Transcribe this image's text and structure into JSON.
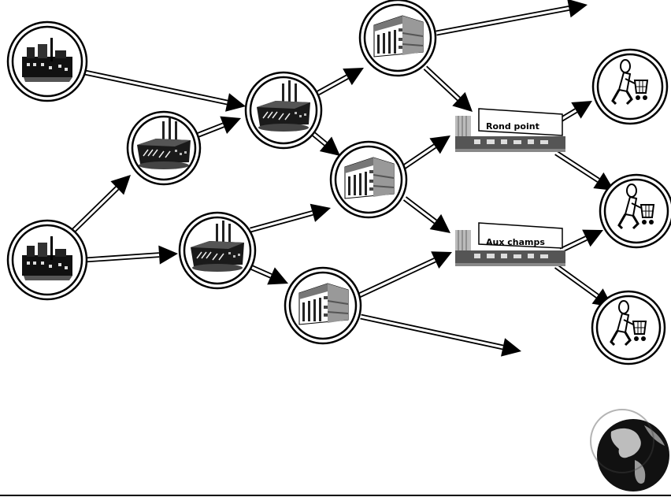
{
  "diagram": {
    "nodes": [
      {
        "id": "plant-1",
        "kind": "power-plant-icon"
      },
      {
        "id": "plant-2",
        "kind": "power-plant-icon"
      },
      {
        "id": "factory-1",
        "kind": "factory-icon"
      },
      {
        "id": "factory-2",
        "kind": "factory-icon"
      },
      {
        "id": "factory-3",
        "kind": "factory-icon"
      },
      {
        "id": "warehouse-1",
        "kind": "warehouse-icon"
      },
      {
        "id": "warehouse-2",
        "kind": "warehouse-icon"
      },
      {
        "id": "warehouse-3",
        "kind": "warehouse-icon"
      },
      {
        "id": "store-1",
        "kind": "store-icon"
      },
      {
        "id": "store-2",
        "kind": "store-icon"
      },
      {
        "id": "shopper-1",
        "kind": "shopper-cart-icon"
      },
      {
        "id": "shopper-2",
        "kind": "shopper-cart-icon"
      },
      {
        "id": "shopper-3",
        "kind": "shopper-cart-icon"
      },
      {
        "id": "globe",
        "kind": "globe-icon"
      }
    ],
    "stores": {
      "rond_point": "Rond point",
      "aux_champs": "Aux champs"
    },
    "arrow_color": "#000000"
  }
}
